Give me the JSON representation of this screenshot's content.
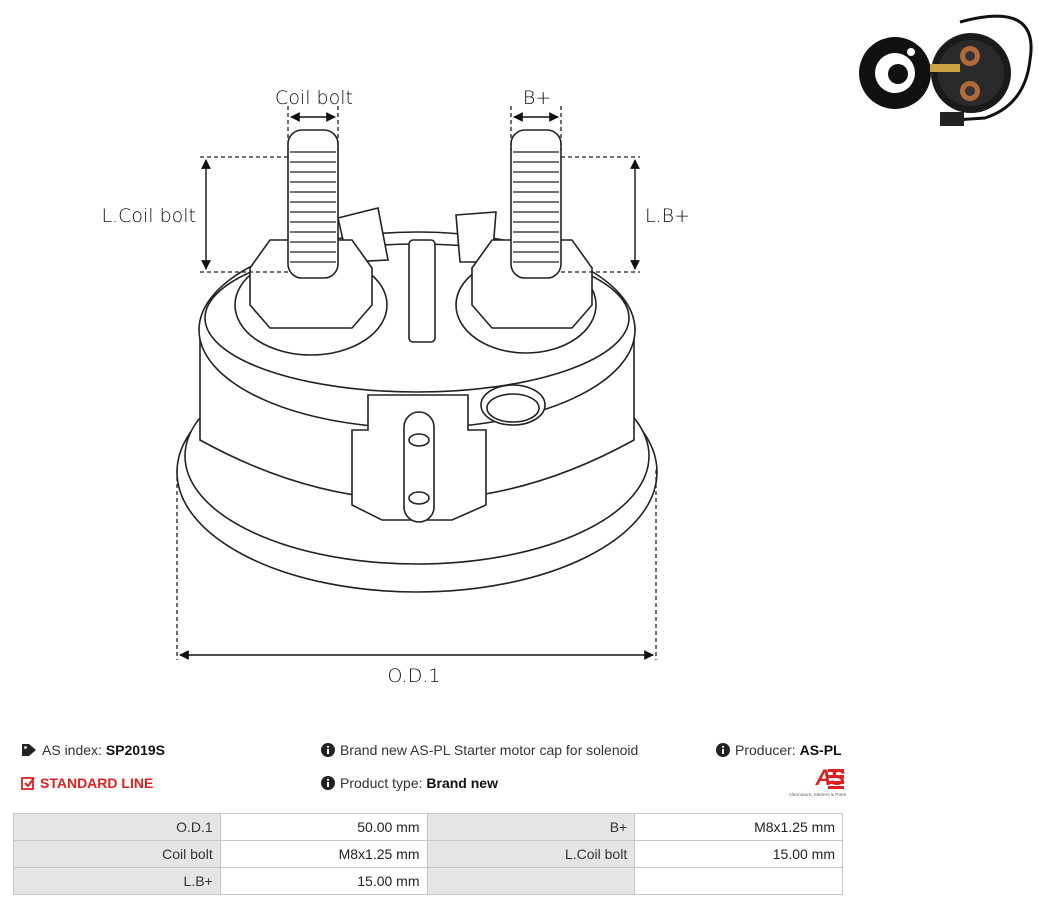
{
  "drawing": {
    "labels": {
      "coil_bolt": "Coil bolt",
      "b_plus": "B+",
      "l_coil_bolt": "L.Coil bolt",
      "l_b_plus": "L.B+",
      "od1": "O.D.1"
    }
  },
  "info": {
    "as_index_label": "AS index:",
    "as_index_value": "SP2019S",
    "line_label": "STANDARD LINE",
    "description": "Brand new AS-PL Starter motor cap for solenoid",
    "product_type_label": "Product type:",
    "product_type_value": "Brand new",
    "producer_label": "Producer:",
    "producer_value": "AS-PL",
    "logo_text": "AS",
    "logo_tagline": "Alternators, Starters & Parts"
  },
  "params": [
    [
      {
        "k": "O.D.1",
        "v": "50.00 mm"
      },
      {
        "k": "B+",
        "v": "M8x1.25 mm"
      }
    ],
    [
      {
        "k": "Coil bolt",
        "v": "M8x1.25 mm"
      },
      {
        "k": "L.Coil bolt",
        "v": "15.00 mm"
      }
    ],
    [
      {
        "k": "L.B+",
        "v": "15.00 mm"
      },
      {
        "k": "",
        "v": ""
      }
    ]
  ],
  "icons": {
    "tag": "tag-icon",
    "check": "checkbox-icon",
    "info": "info-icon"
  },
  "colors": {
    "accent": "#e02020",
    "table_key_bg": "#e5e5e5"
  }
}
